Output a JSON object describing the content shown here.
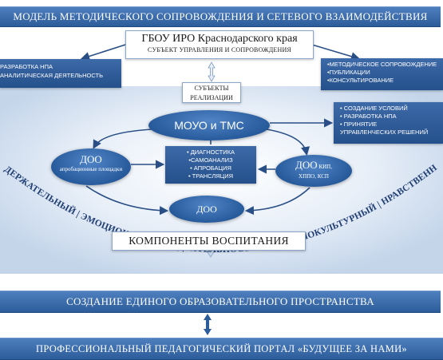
{
  "header": {
    "title": "МОДЕЛЬ МЕТОДИЧЕСКОГО СОПРОВОЖДЕНИЯ И СЕТЕВОГО ВЗАИМОДЕЙСТВИЯ"
  },
  "gbou": {
    "title": "ГБОУ ИРО Краснодарского края",
    "subtitle": "СУБЪЕКТ УПРАВЛЕНИЯ И СОПРОВОЖДЕНИЯ"
  },
  "left_box": {
    "lines": [
      "РАЗРАБОТКА НПА",
      "АНАЛИТИЧЕСКАЯ ДЕЯТЕЛЬНОСТЬ"
    ]
  },
  "right_box": {
    "lines": [
      "•МЕТОДИЧЕСКОЕ СОПРОВОЖДЕНИЕ",
      "•ПУБЛИКАЦИИ",
      "•КОНСУЛЬТИРОВАНИЕ"
    ]
  },
  "subjects": {
    "line1": "СУБЪЕКТЫ",
    "line2": "РЕАЛИЗАЦИИ"
  },
  "mouo": {
    "label": "МОУО и ТМС"
  },
  "right_box2": {
    "lines": [
      "• СОЗДАНИЕ УСЛОВИЙ",
      "• РАЗРАБОТКА НПА",
      "• ПРИНЯТИЕ",
      "УПРАВЛЕНЧЕСКИХ РЕШЕНИЙ"
    ]
  },
  "doo_left": {
    "title": "ДОО",
    "subtitle": "апробационные площадки"
  },
  "center_box": {
    "lines": [
      "• ДИАГНОСТИКА",
      "•САМОАНАЛИЗ",
      "• АПРОБАЦИЯ",
      "• ТРАНСЛЯЦИЯ"
    ]
  },
  "doo_right": {
    "title": "ДОО",
    "subtitle1": "КИП,",
    "subtitle2": "ХППО, КСП"
  },
  "doo_bottom": {
    "title": "ДОО"
  },
  "components": {
    "label": "КОМПОНЕНТЫ ВОСПИТАНИЯ"
  },
  "arc_text": "СОДЕРЖАТЕЛЬНЫЙ | ЭМОЦИОНАЛЬНЫЙ | ДЕЯТЕЛЬНОСТНЫЙ | СОЦИОКУЛЬТУРНЫЙ | НРАВСТВЕННЫЙ",
  "mid_band": {
    "label": "СОЗДАНИЕ ЕДИНОГО ОБРАЗОВАТЕЛЬНОГО ПРОСТРАНСТВА"
  },
  "bottom_band": {
    "label": "ПРОФЕССИОНАЛЬНЫЙ ПЕДАГОГИЧЕСКИЙ ПОРТАЛ «БУДУЩЕЕ ЗА НАМИ»"
  },
  "colors": {
    "band": "#3a6aab",
    "navy": "#2b5896",
    "ellipse": "#2f63a6",
    "arrow": "#2a4f86",
    "arc_text": "#1f3e74"
  }
}
